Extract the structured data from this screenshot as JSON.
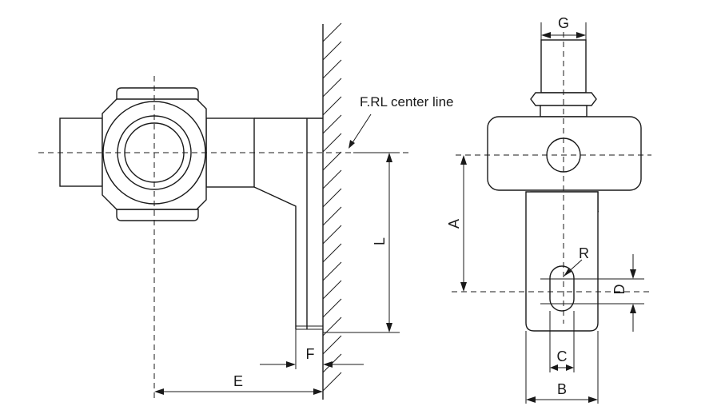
{
  "labels": {
    "center_line": "F.RL center line",
    "G": "G",
    "A": "A",
    "L": "L",
    "R": "R",
    "D": "D",
    "C": "C",
    "B": "B",
    "E": "E",
    "F": "F"
  }
}
